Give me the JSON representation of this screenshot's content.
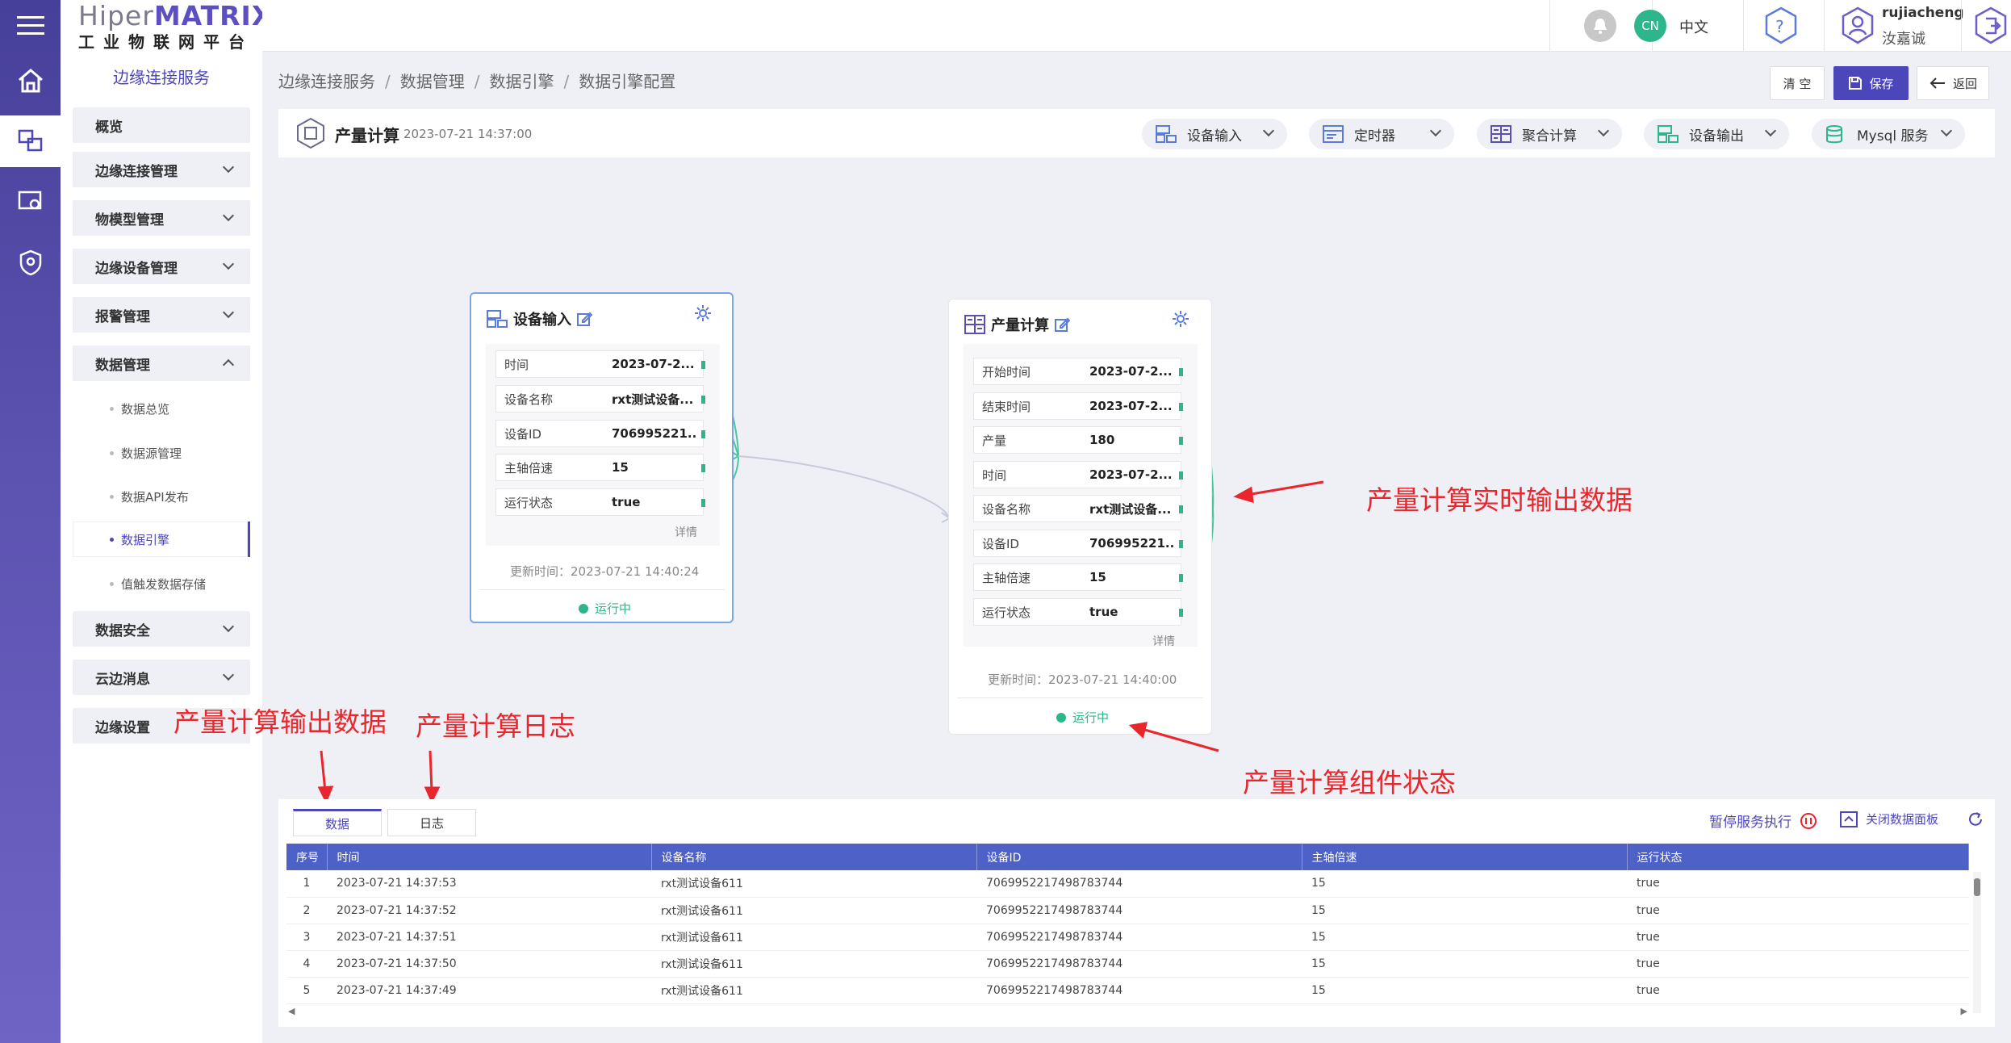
{
  "logo": {
    "part1": "Hiper",
    "part2": "MATRIX",
    "subtitle": "工业物联网平台"
  },
  "sidebar": {
    "title": "边缘连接服务",
    "items": [
      {
        "label": "概览"
      },
      {
        "label": "边缘连接管理"
      },
      {
        "label": "物模型管理"
      },
      {
        "label": "边缘设备管理"
      },
      {
        "label": "报警管理"
      },
      {
        "label": "数据管理"
      }
    ],
    "sub_items": [
      "数据总览",
      "数据源管理",
      "数据API发布",
      "数据引擎",
      "值触发数据存储"
    ],
    "tail_items": [
      {
        "label": "数据安全"
      },
      {
        "label": "云边消息"
      },
      {
        "label": "边缘设置"
      }
    ]
  },
  "header": {
    "lang_badge": "CN",
    "lang_label": "中文",
    "username": "rujiacheng",
    "display_name": "汝嘉诚"
  },
  "breadcrumb": [
    "边缘连接服务",
    "数据管理",
    "数据引擎",
    "数据引擎配置"
  ],
  "actions": {
    "clear": "清 空",
    "save": "保存",
    "back": "返回"
  },
  "flow": {
    "name": "产量计算",
    "time": "2023-07-21 14:37:00"
  },
  "tools": [
    "设备输入",
    "定时器",
    "聚合计算",
    "设备输出",
    "Mysql 服务"
  ],
  "node_input": {
    "title": "设备输入",
    "fields": [
      {
        "label": "时间",
        "value": "2023-07-2..."
      },
      {
        "label": "设备名称",
        "value": "rxt测试设备..."
      },
      {
        "label": "设备ID",
        "value": "706995221..."
      },
      {
        "label": "主轴倍速",
        "value": "15"
      },
      {
        "label": "运行状态",
        "value": "true"
      }
    ],
    "detail": "详情",
    "updated": "更新时间：2023-07-21 14:40:24",
    "status": "运行中"
  },
  "node_calc": {
    "title": "产量计算",
    "fields": [
      {
        "label": "开始时间",
        "value": "2023-07-2..."
      },
      {
        "label": "结束时间",
        "value": "2023-07-2..."
      },
      {
        "label": "产量",
        "value": "180"
      },
      {
        "label": "时间",
        "value": "2023-07-2..."
      },
      {
        "label": "设备名称",
        "value": "rxt测试设备..."
      },
      {
        "label": "设备ID",
        "value": "706995221..."
      },
      {
        "label": "主轴倍速",
        "value": "15"
      },
      {
        "label": "运行状态",
        "value": "true"
      }
    ],
    "detail": "详情",
    "updated": "更新时间：2023-07-21 14:40:00",
    "status": "运行中"
  },
  "annotations": {
    "realtime": "产量计算实时输出数据",
    "output_data": "产量计算输出数据",
    "log": "产量计算日志",
    "component_status": "产量计算组件状态"
  },
  "panel": {
    "tabs": [
      "数据",
      "日志"
    ],
    "pause": "暂停服务执行",
    "close": "关闭数据面板",
    "columns": [
      "序号",
      "时间",
      "设备名称",
      "设备ID",
      "主轴倍速",
      "运行状态"
    ],
    "rows": [
      [
        "1",
        "2023-07-21 14:37:53",
        "rxt测试设备611",
        "7069952217498783744",
        "15",
        "true"
      ],
      [
        "2",
        "2023-07-21 14:37:52",
        "rxt测试设备611",
        "7069952217498783744",
        "15",
        "true"
      ],
      [
        "3",
        "2023-07-21 14:37:51",
        "rxt测试设备611",
        "7069952217498783744",
        "15",
        "true"
      ],
      [
        "4",
        "2023-07-21 14:37:50",
        "rxt测试设备611",
        "7069952217498783744",
        "15",
        "true"
      ],
      [
        "5",
        "2023-07-21 14:37:49",
        "rxt测试设备611",
        "7069952217498783744",
        "15",
        "true"
      ]
    ]
  },
  "colors": {
    "primary": "#4c46bb",
    "rail": "#5c52b0",
    "running": "#2db58b",
    "annotation": "#e8262c",
    "table_header": "#4e61c7"
  }
}
